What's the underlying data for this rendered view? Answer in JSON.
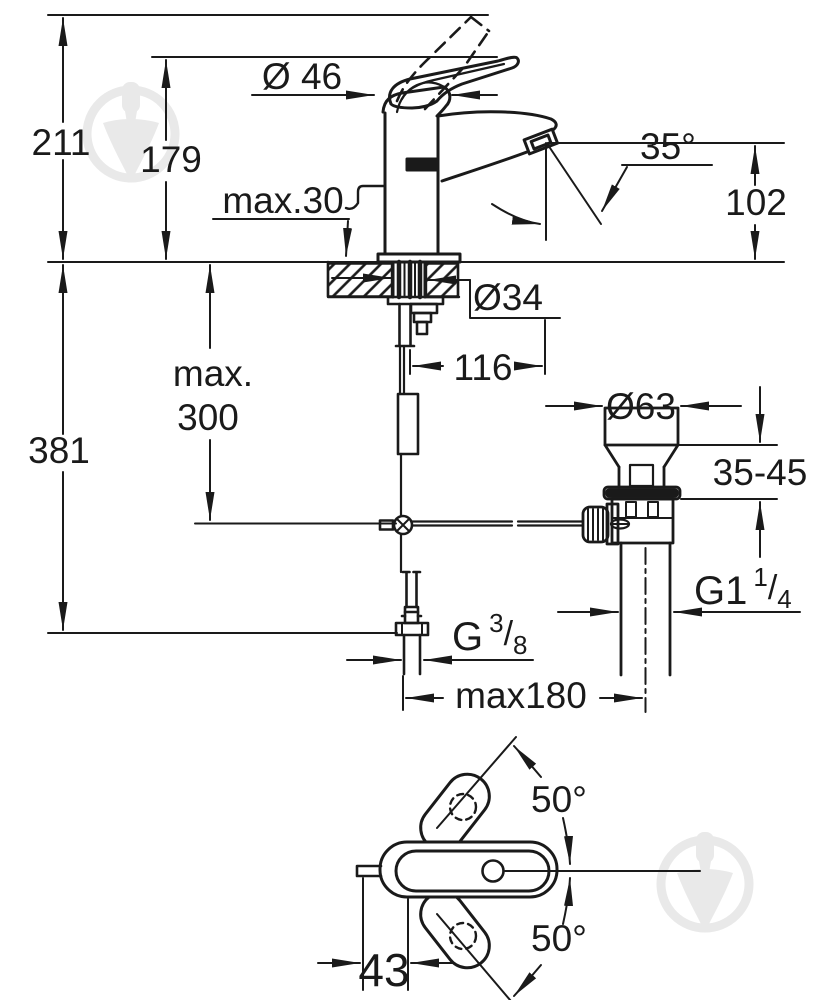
{
  "drawing": {
    "type": "faucet-installation-dimension-diagram",
    "colors": {
      "line": "#1a1a1a",
      "watermark": "#e9e9e9",
      "background": "#ffffff"
    },
    "watermark": {
      "icon": "trowel-badge"
    },
    "dims": {
      "height_overall": "211",
      "height_spout_top": "179",
      "cap_dia": "Ø 46",
      "deck_max": "max.30",
      "angle_spout": "35°",
      "outlet_height": "102",
      "shank_dia": "Ø34",
      "reach": "116",
      "hose_max_line1": "max.",
      "hose_max_line2": "300",
      "depth_below": "381",
      "waste_dia": "Ø63",
      "basin_range": "35-45",
      "waste_thread": {
        "base": "G1",
        "sup": "1",
        "slash": "/",
        "sub": "4"
      },
      "supply_thread": {
        "base": "G",
        "sup": "3",
        "slash": "/",
        "sub": "8"
      },
      "offset_max": "max180",
      "swing_up": "50°",
      "swing_down": "50°",
      "outlet_offset": "43"
    }
  }
}
